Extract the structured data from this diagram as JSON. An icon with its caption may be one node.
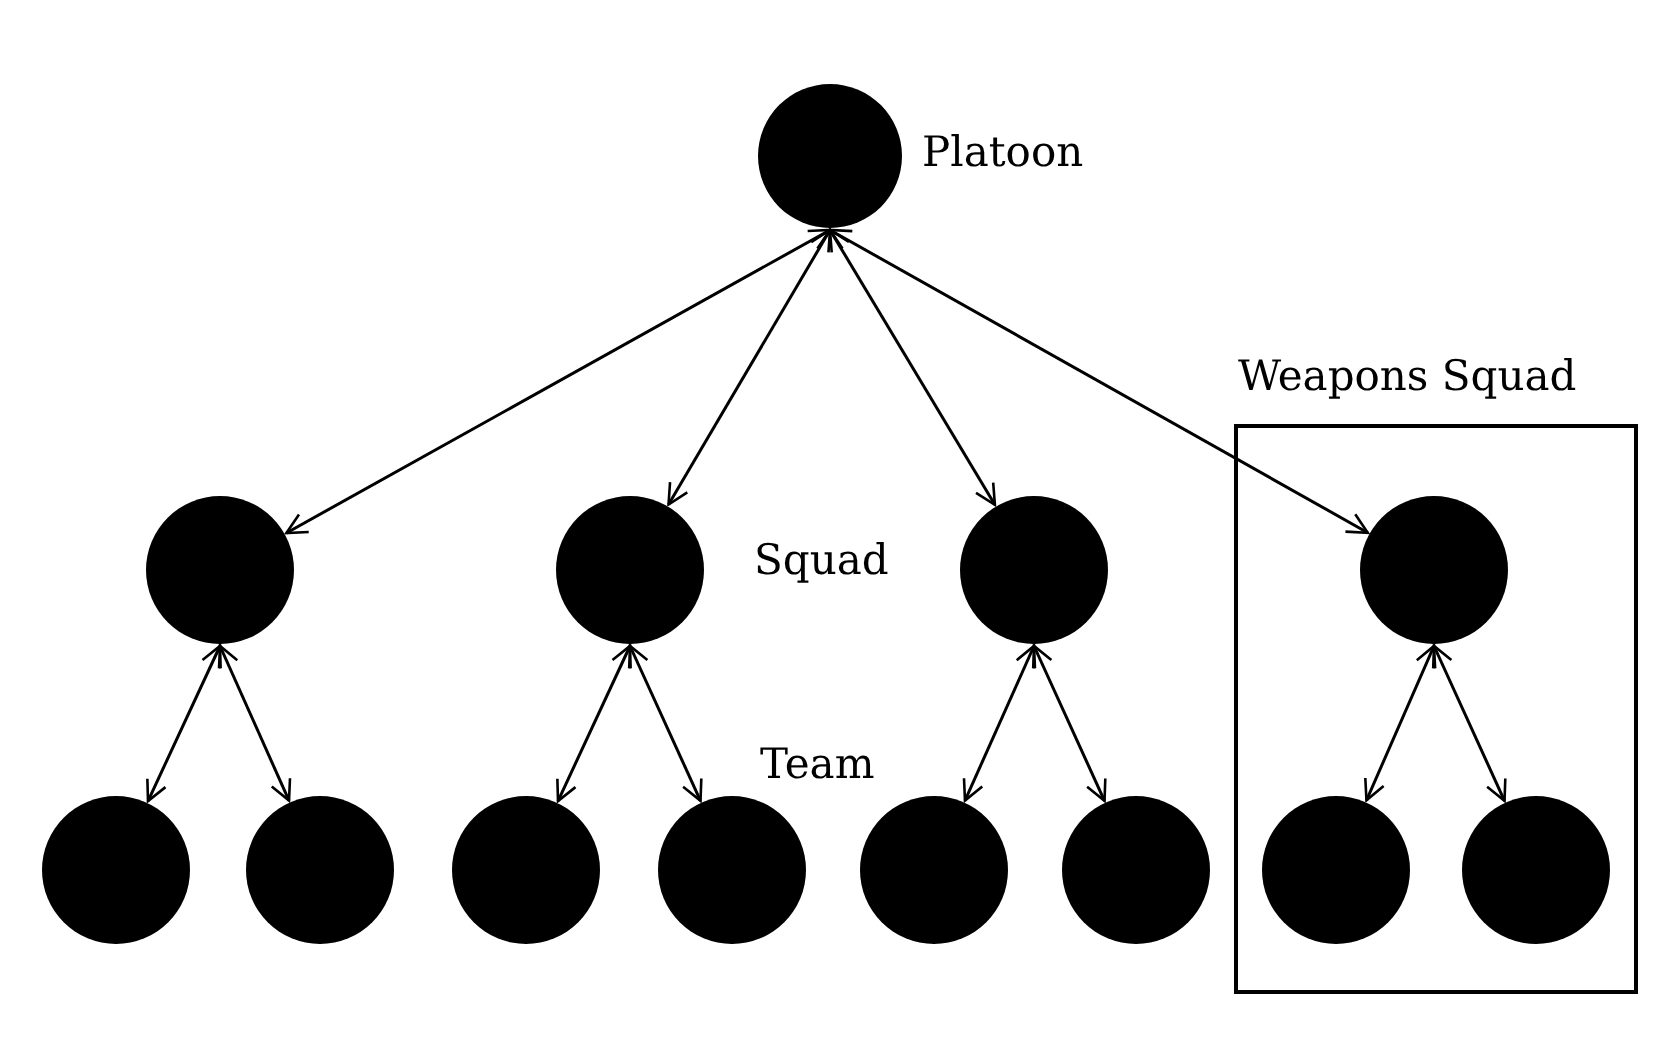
{
  "diagram": {
    "nodes": [
      {
        "text": [],
        "shape": "circle",
        "beside": [
          "Platoon"
        ]
      },
      {
        "text": [
          "Weapons Squad"
        ]
      },
      {
        "text": [],
        "shape": "circle"
      },
      {
        "text": [],
        "shape": "circle"
      },
      {
        "text": [],
        "shape": "circle"
      },
      {
        "text": [],
        "shape": "circle",
        "in": 1
      },
      {
        "text": [],
        "shape": "circle"
      },
      {
        "text": [],
        "shape": "circle"
      },
      {
        "text": [],
        "shape": "circle"
      },
      {
        "text": [],
        "shape": "circle"
      },
      {
        "text": [],
        "shape": "circle"
      },
      {
        "text": [],
        "shape": "circle"
      },
      {
        "text": [],
        "shape": "circle",
        "in": 1
      },
      {
        "text": [],
        "shape": "circle",
        "in": 1
      }
    ],
    "edges": [
      {
        "from": 0,
        "to": 2,
        "arrow": "both"
      },
      {
        "from": 0,
        "to": 3,
        "arrow": "both"
      },
      {
        "from": 0,
        "to": 4,
        "arrow": "both"
      },
      {
        "from": 0,
        "to": 5,
        "arrow": "both"
      },
      {
        "from": 2,
        "to": 6,
        "arrow": "both"
      },
      {
        "from": 2,
        "to": 7,
        "arrow": "both"
      },
      {
        "from": 3,
        "to": 8,
        "arrow": "both"
      },
      {
        "from": 3,
        "to": 9,
        "arrow": "both"
      },
      {
        "from": 4,
        "to": 10,
        "arrow": "both"
      },
      {
        "from": 4,
        "to": 11,
        "arrow": "both"
      },
      {
        "from": 5,
        "to": 12,
        "arrow": "both"
      },
      {
        "from": 5,
        "to": 13,
        "arrow": "both"
      }
    ],
    "labels": [
      "Squad",
      "Team"
    ]
  }
}
